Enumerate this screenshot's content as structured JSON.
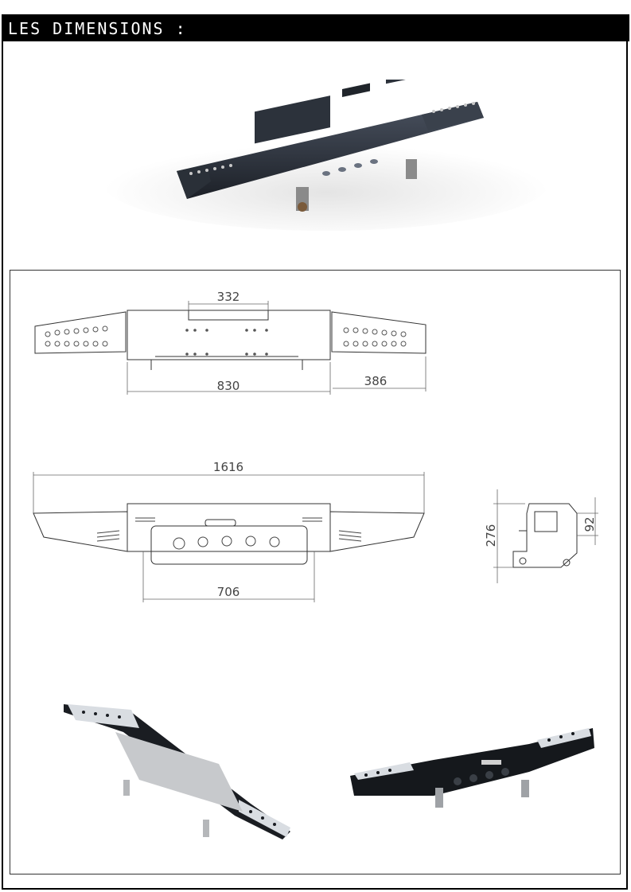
{
  "header": {
    "title": "LES DIMENSIONS :"
  },
  "dimensions": {
    "center_width": "332",
    "center_total": "830",
    "side_length": "386",
    "overall_length": "1616",
    "mount_spacing": "706",
    "height": "276",
    "box_height": "92"
  },
  "colors": {
    "header_bg": "#000000",
    "header_text": "#ffffff",
    "steel_dark": "#2b2f36",
    "steel_light": "#c9cbcd"
  }
}
